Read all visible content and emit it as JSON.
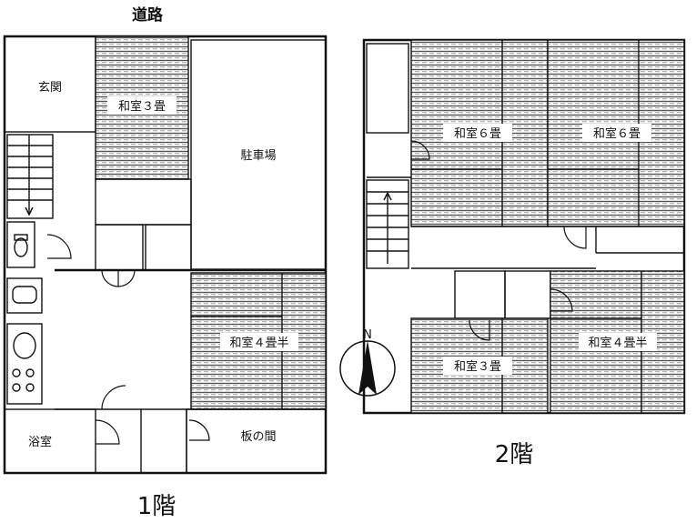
{
  "road_label": "道路",
  "floor1": {
    "label": "1階",
    "rooms": {
      "genkan": "玄関",
      "washitsu3": "和室３畳",
      "parking": "駐車場",
      "washitsu45": "和室４畳半",
      "bath": "浴室",
      "itanoma": "板の間"
    }
  },
  "floor2": {
    "label": "2階",
    "rooms": {
      "washitsu6_left": "和室６畳",
      "washitsu6_right": "和室６畳",
      "washitsu3": "和室３畳",
      "washitsu45": "和室４畳半"
    }
  },
  "compass": {
    "north_label": "N"
  },
  "colors": {
    "line": "#111111",
    "tatami": "#555555",
    "paper": "#ffffff"
  }
}
